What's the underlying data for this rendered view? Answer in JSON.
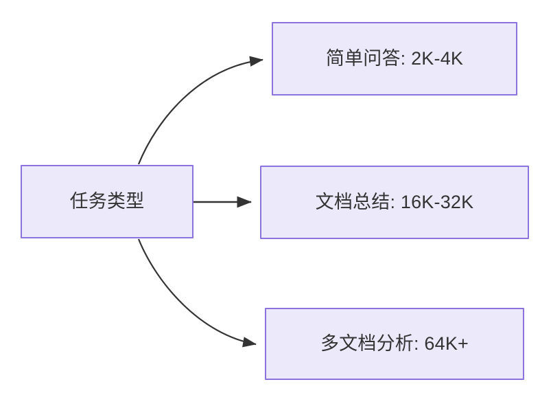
{
  "diagram": {
    "type": "flowchart",
    "direction": "left-to-right",
    "background_color": "#ffffff",
    "node_fill_color": "#ece9fb",
    "node_border_color": "#8b72dd",
    "node_text_color": "#333333",
    "edge_color": "#333333",
    "source_node": {
      "id": "task-type",
      "label": "任务类型"
    },
    "target_nodes": [
      {
        "id": "simple-qa",
        "label": "简单问答: 2K-4K"
      },
      {
        "id": "doc-summary",
        "label": "文档总结: 16K-32K"
      },
      {
        "id": "multi-doc-analysis",
        "label": "多文档分析: 64K+"
      }
    ],
    "edges": [
      {
        "id": "edge-0",
        "from": "任务类型",
        "to": "简单问答: 2K-4K",
        "style": "curved",
        "label": ""
      },
      {
        "id": "edge-1",
        "from": "任务类型",
        "to": "文档总结: 16K-32K",
        "style": "straight",
        "label": ""
      },
      {
        "id": "edge-2",
        "from": "任务类型",
        "to": "多文档分析: 64K+",
        "style": "curved",
        "label": ""
      }
    ]
  }
}
